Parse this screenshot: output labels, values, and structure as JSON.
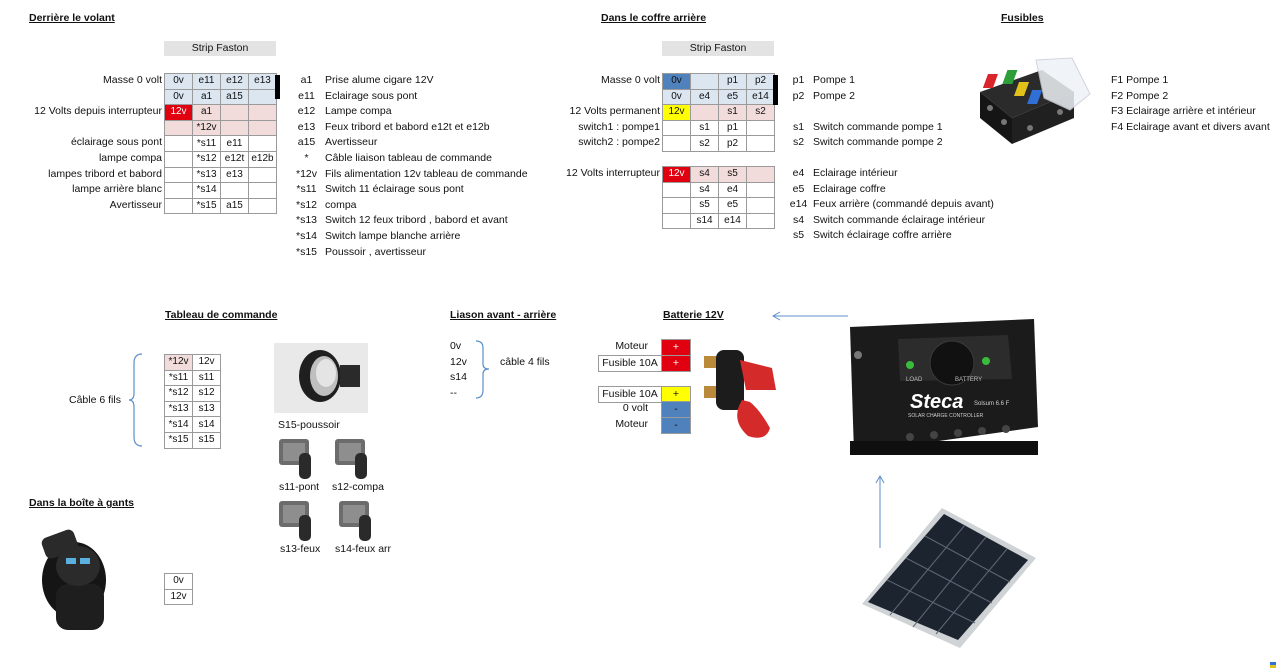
{
  "section1": {
    "title": "Derrière le volant",
    "strip": "Strip Faston",
    "row_labels": [
      "Masse 0 volt",
      "",
      "12 Volts depuis interrupteur",
      "",
      "éclairage sous pont",
      "lampe compa",
      "lampes tribord et babord",
      "lampe arrière blanc",
      "Avertisseur"
    ],
    "grid": [
      [
        "0v",
        "e11",
        "e12",
        "e13"
      ],
      [
        "0v",
        "a1",
        "a15",
        ""
      ],
      [
        "12v",
        "a1",
        "",
        ""
      ],
      [
        "",
        "*12v",
        "",
        ""
      ],
      [
        "",
        "*s11",
        "e11",
        ""
      ],
      [
        "",
        "*s12",
        "e12t",
        "e12b"
      ],
      [
        "",
        "*s13",
        "e13",
        ""
      ],
      [
        "",
        "*s14",
        "",
        ""
      ],
      [
        "",
        "*s15",
        "a15",
        ""
      ]
    ],
    "legend": [
      {
        "k": "a1",
        "v": "Prise alume cigare 12V"
      },
      {
        "k": "e11",
        "v": "Eclairage sous pont"
      },
      {
        "k": "e12",
        "v": "Lampe compa"
      },
      {
        "k": "e13",
        "v": "Feux tribord et babord e12t et e12b"
      },
      {
        "k": "a15",
        "v": "Avertisseur"
      },
      {
        "k": "*",
        "v": "Câble liaison tableau de commande"
      },
      {
        "k": "*12v",
        "v": "Fils alimentation 12v tableau de commande"
      },
      {
        "k": "*s11",
        "v": "Switch 11 éclairage sous pont"
      },
      {
        "k": "*s12",
        "v": "compa"
      },
      {
        "k": "*s13",
        "v": "Switch 12 feux tribord , babord et avant"
      },
      {
        "k": "*s14",
        "v": "Switch lampe blanche arrière"
      },
      {
        "k": "*s15",
        "v": "Poussoir , avertisseur"
      }
    ]
  },
  "section2": {
    "title": "Dans le coffre arrière",
    "strip": "Strip Faston",
    "row_labels_a": [
      "Masse 0 volt",
      "",
      "12 Volts permanent",
      "switch1 : pompe1",
      "switch2 : pompe2"
    ],
    "grid_a": [
      [
        "0v",
        "",
        "p1",
        "p2"
      ],
      [
        "0v",
        "e4",
        "e5",
        "e14"
      ],
      [
        "12v",
        "",
        "s1",
        "s2"
      ],
      [
        "",
        "s1",
        "p1",
        ""
      ],
      [
        "",
        "s2",
        "p2",
        ""
      ]
    ],
    "row_labels_b": [
      "12 Volts interrupteur",
      "",
      "",
      "",
      "",
      "",
      ""
    ],
    "grid_b": [
      [
        "12v",
        "s4",
        "s5",
        ""
      ],
      [
        "",
        "s4",
        "e4",
        ""
      ],
      [
        "",
        "s5",
        "e5",
        ""
      ],
      [
        "",
        "s14",
        "e14",
        ""
      ]
    ],
    "legend_a": [
      {
        "k": "p1",
        "v": "Pompe 1"
      },
      {
        "k": "p2",
        "v": "Pompe 2"
      },
      {
        "k": "",
        "v": ""
      },
      {
        "k": "s1",
        "v": "Switch commande pompe 1"
      },
      {
        "k": "s2",
        "v": "Switch commande pompe 2"
      }
    ],
    "legend_b": [
      {
        "k": "e4",
        "v": "Eclairage intérieur"
      },
      {
        "k": "e5",
        "v": "Eclairage coffre"
      },
      {
        "k": "e14",
        "v": "Feux arrière (commandé depuis avant)"
      },
      {
        "k": "s4",
        "v": "Switch commande éclairage intérieur"
      },
      {
        "k": "s5",
        "v": "Switch éclairage coffre arrière"
      }
    ]
  },
  "fuses": {
    "title": "Fusibles",
    "items": [
      "F1 Pompe 1",
      "F2 Pompe 2",
      "F3 Eclairage arrière et intérieur",
      "F4 Eclairage avant et divers avant"
    ]
  },
  "tableau": {
    "title": "Tableau de commande",
    "cable_label": "Câble 6 fils",
    "grid": [
      [
        "*12v",
        "12v"
      ],
      [
        "*s11",
        "s11"
      ],
      [
        "*s12",
        "s12"
      ],
      [
        "*s13",
        "s13"
      ],
      [
        "*s14",
        "s14"
      ],
      [
        "*s15",
        "s15"
      ]
    ],
    "captions": {
      "poussoir": "S15-poussoir",
      "s11": "s11-pont",
      "s12": "s12-compa",
      "s13": "s13-feux",
      "s14": "s14-feux arr"
    }
  },
  "liaison": {
    "title": "Liason avant - arrière",
    "items": [
      "0v",
      "12v",
      "s14",
      "--"
    ],
    "label": "câble 4 fils"
  },
  "batterie": {
    "title": "Batterie 12V",
    "rows": [
      {
        "label": "Moteur",
        "sign": "+",
        "boxed": false,
        "color": "red"
      },
      {
        "label": "Fusible 10A",
        "sign": "+",
        "boxed": true,
        "color": "red"
      },
      {
        "label": "",
        "sign": "",
        "boxed": false,
        "color": ""
      },
      {
        "label": "Fusible 10A",
        "sign": "+",
        "boxed": true,
        "color": "yel"
      },
      {
        "label": "0 volt",
        "sign": "-",
        "boxed": false,
        "color": "blue"
      },
      {
        "label": "Moteur",
        "sign": "-",
        "boxed": false,
        "color": "blue"
      }
    ]
  },
  "boite": {
    "title": "Dans la boîte à gants",
    "grid": [
      [
        "0v"
      ],
      [
        "12v"
      ]
    ]
  },
  "controller": {
    "brand": "Steca",
    "model": "Solsum 6.6 F",
    "panel_small": "SOLAR CHARGE CONTROLLER",
    "led1": "LOAD",
    "led2": "BATTERY"
  },
  "colors": {
    "red": "#e0000f",
    "yellow": "#ffff00",
    "blue": "#4f81bd",
    "lightblue": "#dce6f1",
    "pink": "#f2dcdb",
    "strip": "#e3e3e3"
  }
}
